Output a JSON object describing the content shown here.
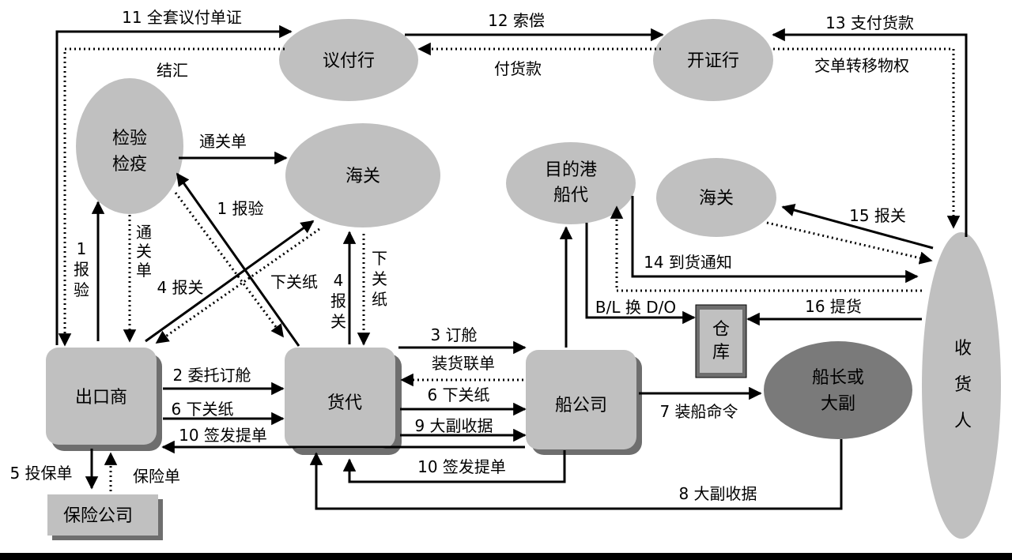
{
  "nodes": {
    "negotiating_bank": "议付行",
    "issuing_bank": "开证行",
    "inspection_line1": "检验",
    "inspection_line2": "检疫",
    "customs_export": "海关",
    "dest_agent_line1": "目的港",
    "dest_agent_line2": "船代",
    "customs_import": "海关",
    "exporter": "出口商",
    "forwarder": "货代",
    "shipping_company": "船公司",
    "warehouse_line1": "仓",
    "warehouse_line2": "库",
    "captain_line1": "船长或",
    "captain_line2": "大副",
    "insurance_company": "保险公司",
    "consignee_line1": "收",
    "consignee_line2": "货",
    "consignee_line3": "人"
  },
  "labels": {
    "full_docs": "11 全套议付单证",
    "settlement": "结汇",
    "claim": "12 索偿",
    "payment_goods": "付货款",
    "pay_goods": "13 支付货款",
    "transfer_docs": "交单转移物权",
    "clearance_form_right": "通关单",
    "inspection_right": "1 报验",
    "clearance_form_down_1": "通",
    "clearance_form_down_2": "关",
    "clearance_form_down_3": "单",
    "inspection_up_1": "1",
    "inspection_up_2": "报",
    "inspection_up_3": "验",
    "declare_customs_diag": "4 报关",
    "release_note_diag": "下关纸",
    "declare_customs_v_1": "4",
    "declare_customs_v_2": "报",
    "declare_customs_v_3": "关",
    "release_note_v_1": "下",
    "release_note_v_2": "关",
    "release_note_v_3": "纸",
    "book_space_3": "3 订舱",
    "shipping_order": "装货联单",
    "entrust_booking": "2 委托订舱",
    "release_note_6a": "6 下关纸",
    "release_note_6b": "6 下关纸",
    "mates_receipt_9": "9 大副收据",
    "issue_bl_10a": "10 签发提单",
    "issue_bl_10b": "10 签发提单",
    "shipping_order_7": "7 装船命令",
    "mates_receipt_8": "8 大副收据",
    "insure_5": "5 投保单",
    "policy": "保险单",
    "declare_15": "15 报关",
    "arrival_notice_14": "14 到货通知",
    "pickup_16": "16 提货",
    "bl_for_do": "B/L 换 D/O"
  },
  "colors": {
    "background": "#ffffff",
    "node_fill": "#c0c0c0",
    "node_dark": "#7a7a7a",
    "line": "#000000",
    "shadow": "#6e6e6e"
  }
}
